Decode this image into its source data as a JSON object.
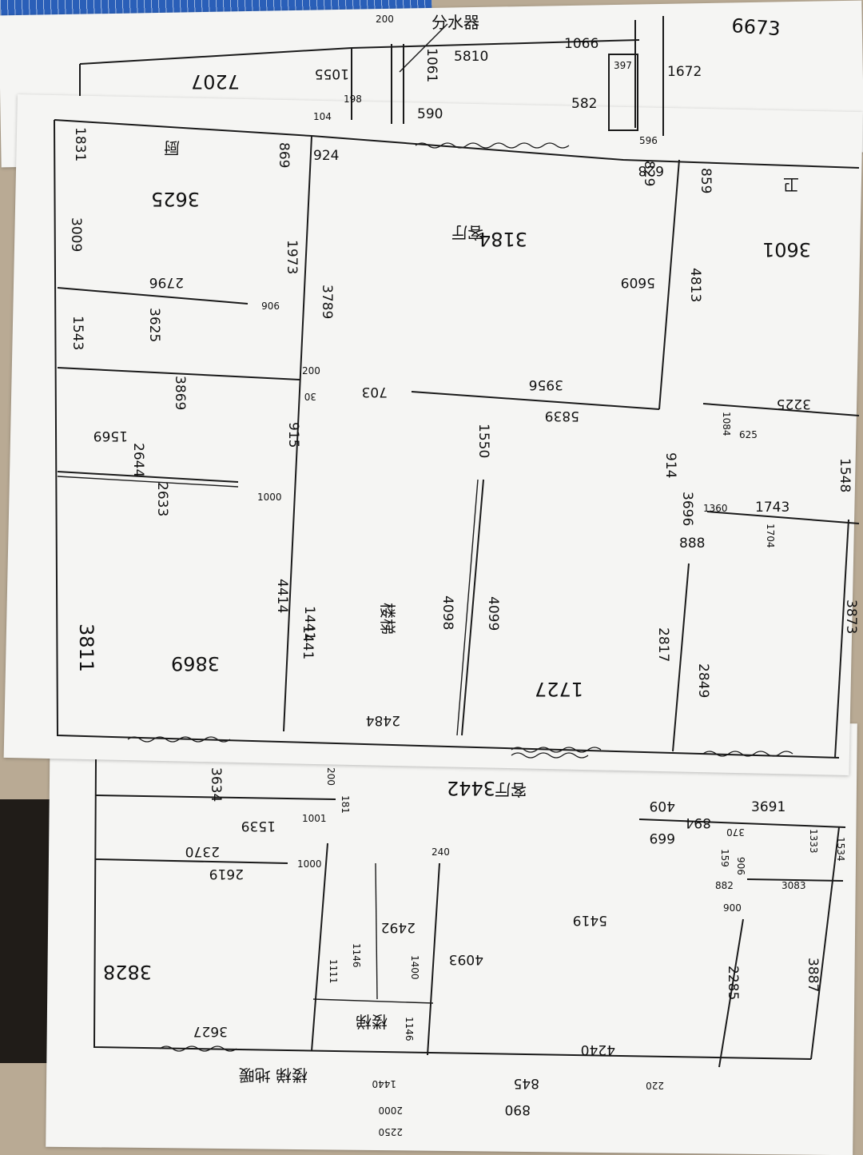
{
  "ruler": {
    "ticks": [
      "1",
      "2",
      "3",
      "4",
      "5",
      "6"
    ]
  },
  "top_sheet": {
    "corner_number": "6673",
    "labels": [
      "7207",
      "1055",
      "1061",
      "5810",
      "1066",
      "397",
      "1672",
      "582",
      "596",
      "590",
      "200",
      "104",
      "198"
    ],
    "chinese_note": "分水器"
  },
  "main_sheet": {
    "room_labels": [
      "3625",
      "3601",
      "3184",
      "3869",
      "1569",
      "3811",
      "1727",
      "1441"
    ],
    "dimension_labels": [
      "1831",
      "869",
      "924",
      "628",
      "829",
      "859",
      "3009",
      "1973",
      "3789",
      "2796",
      "906",
      "3625",
      "1543",
      "5609",
      "4813",
      "3956",
      "5839",
      "703",
      "200",
      "30",
      "3869",
      "915",
      "2644",
      "1000",
      "2633",
      "1550",
      "4099",
      "4098",
      "4414",
      "1441",
      "1084",
      "625",
      "3225",
      "1548",
      "914",
      "3696",
      "1360",
      "1743",
      "1704",
      "888",
      "2817",
      "3873",
      "2849",
      "2484"
    ],
    "chinese_labels": [
      "厨",
      "客厅",
      "楼梯",
      "卫"
    ]
  },
  "bottom_sheet": {
    "room_labels": [
      "3442",
      "3828",
      "3887",
      "5419",
      "4093",
      "2492"
    ],
    "dimension_labels": [
      "200",
      "3634",
      "181",
      "1539",
      "1001",
      "2370",
      "2619",
      "240",
      "1000",
      "409",
      "669",
      "894",
      "3691",
      "1534",
      "370",
      "1333",
      "3083",
      "882",
      "159",
      "906",
      "900",
      "2285",
      "1146",
      "1111",
      "1400",
      "4240",
      "1146",
      "3627"
    ],
    "chinese_labels": [
      "楼梯",
      "客厅"
    ],
    "footer_note": "楼梯 地暖",
    "footer_numbers": [
      "1440",
      "2000",
      "2250",
      "845",
      "890",
      "220"
    ]
  }
}
